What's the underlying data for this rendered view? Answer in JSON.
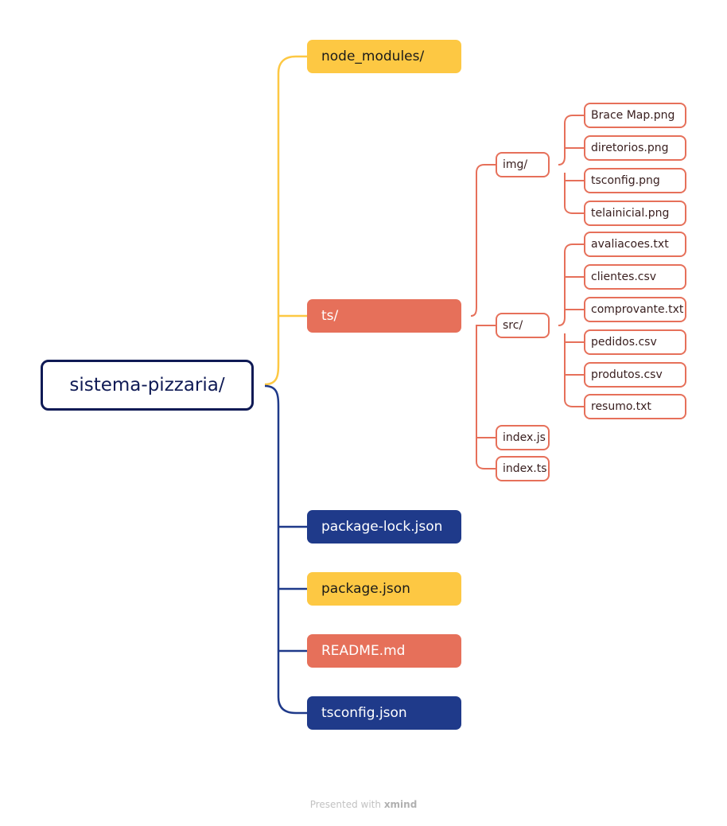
{
  "root": {
    "label": "sistema-pizzaria/"
  },
  "top_level": [
    {
      "label": "node_modules/"
    },
    {
      "label": "ts/"
    },
    {
      "label": "package-lock.json"
    },
    {
      "label": "package.json"
    },
    {
      "label": "README.md"
    },
    {
      "label": "tsconfig.json"
    }
  ],
  "ts_children": [
    {
      "label": "img/"
    },
    {
      "label": "src/"
    },
    {
      "label": "index.js"
    },
    {
      "label": "index.ts"
    }
  ],
  "img_children": [
    {
      "label": "Brace Map.png"
    },
    {
      "label": "diretorios.png"
    },
    {
      "label": "tsconfig.png"
    },
    {
      "label": "telainicial.png"
    }
  ],
  "src_children": [
    {
      "label": "avaliacoes.txt"
    },
    {
      "label": "clientes.csv"
    },
    {
      "label": "comprovante.txt"
    },
    {
      "label": "pedidos.csv"
    },
    {
      "label": "produtos.csv"
    },
    {
      "label": "resumo.txt"
    }
  ],
  "footer": {
    "text": "Presented with",
    "brand": "xmind"
  },
  "colors": {
    "yellow": "#fdc843",
    "orange": "#e6705a",
    "navy": "#1f3a8a",
    "root_border": "#0f1a55"
  }
}
